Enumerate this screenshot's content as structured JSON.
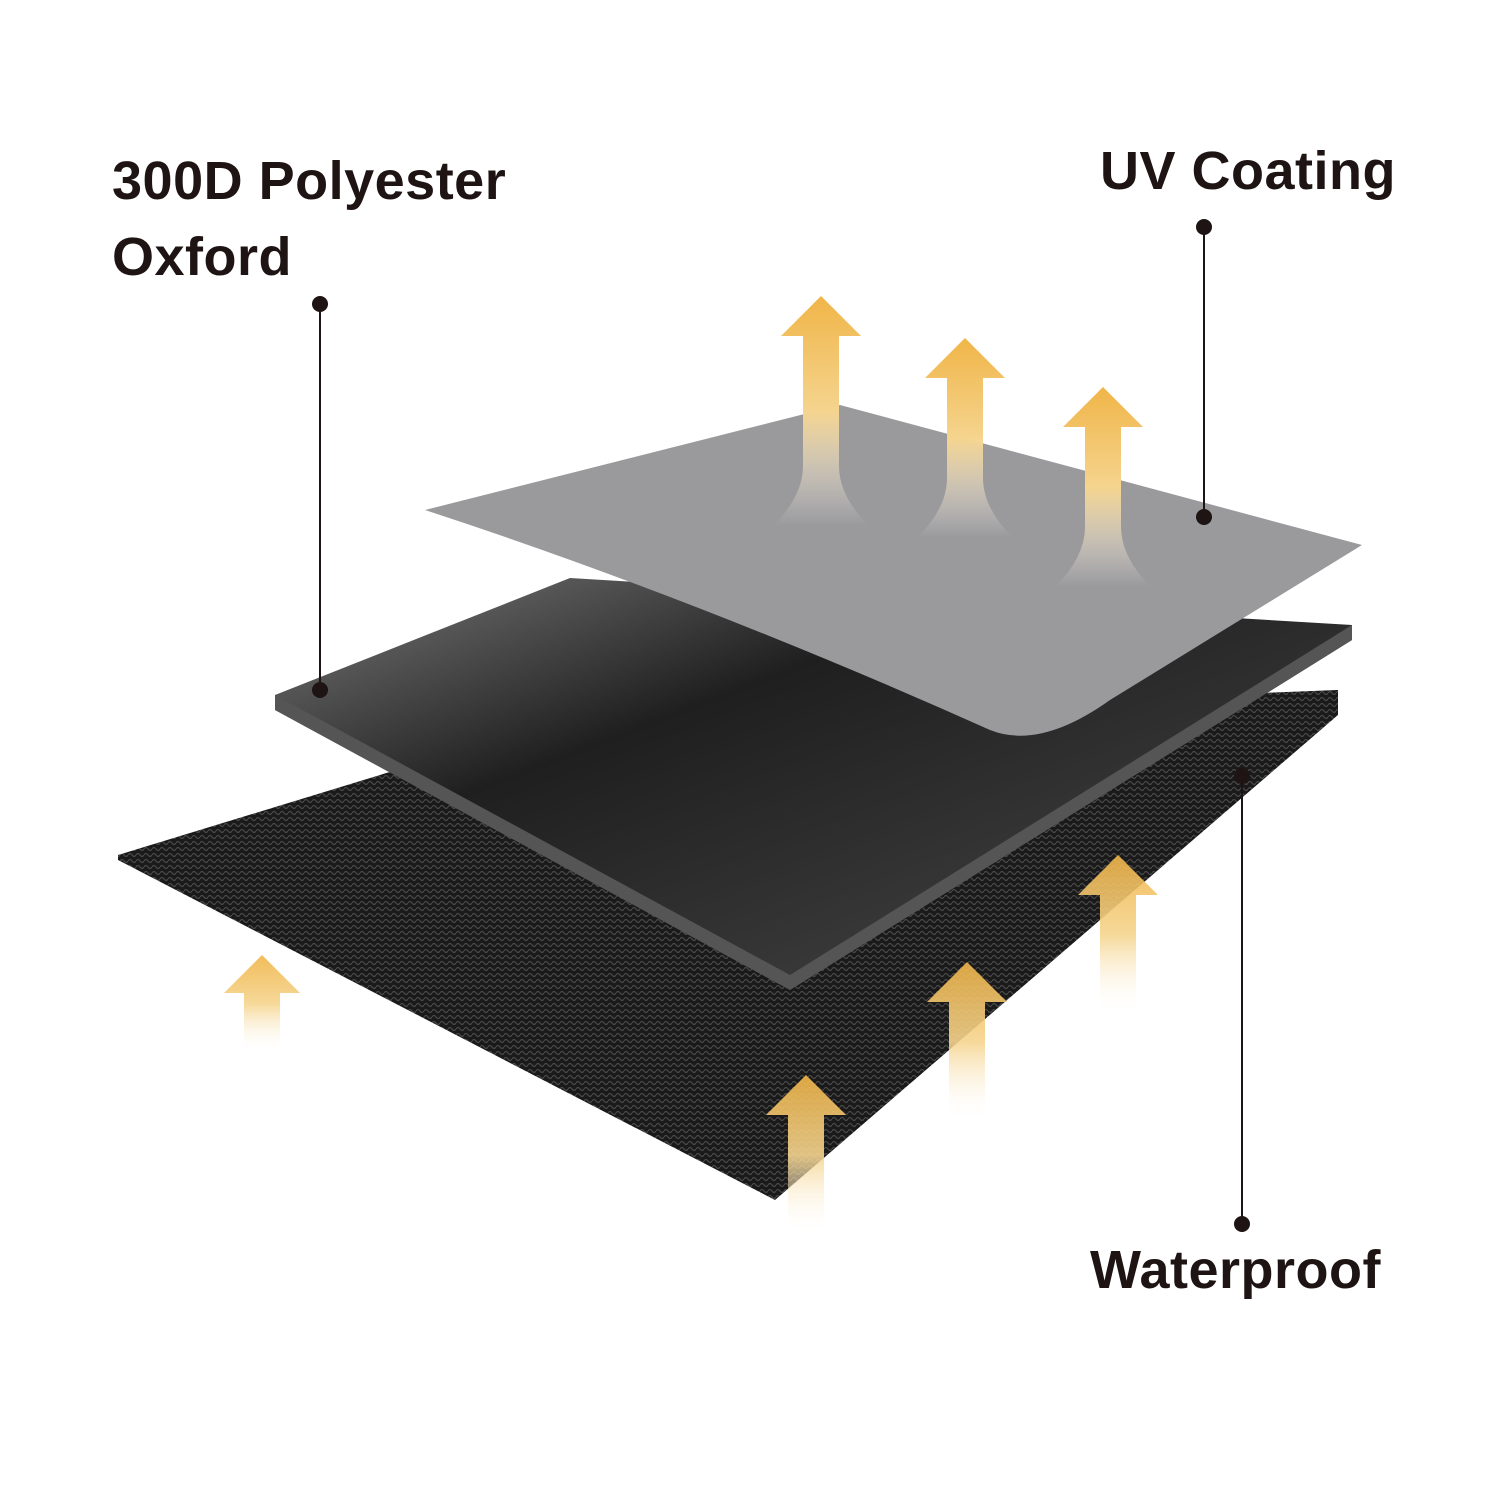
{
  "labels": {
    "polyester": {
      "line1": "300D Polyester",
      "line2": "Oxford"
    },
    "uv": "UV Coating",
    "waterproof": "Waterproof"
  },
  "colors": {
    "arrow": "#f0b548",
    "top_layer": "#9a999c",
    "middle_layer": "#3a3a3a",
    "bottom_layer": "#1c1c1c",
    "text": "#1e1414"
  }
}
